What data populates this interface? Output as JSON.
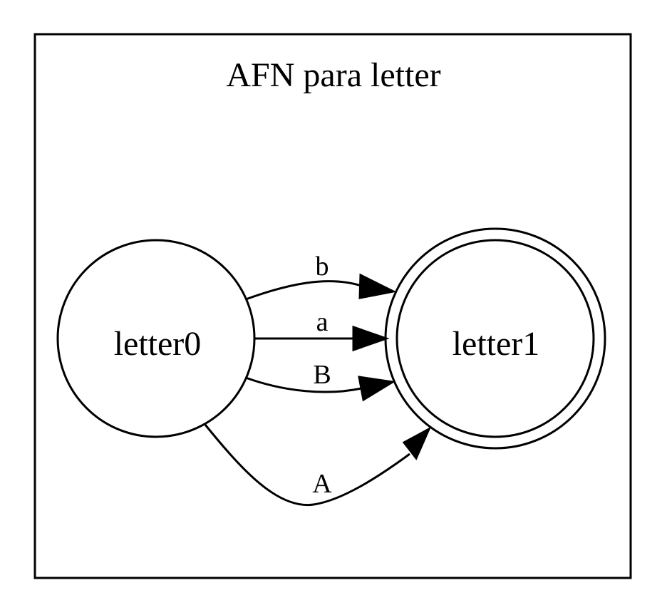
{
  "diagram": {
    "title": "AFN para letter",
    "nodes": [
      {
        "id": "letter0",
        "label": "letter0",
        "accepting": false
      },
      {
        "id": "letter1",
        "label": "letter1",
        "accepting": true
      }
    ],
    "edges": [
      {
        "from": "letter0",
        "to": "letter1",
        "label": "b"
      },
      {
        "from": "letter0",
        "to": "letter1",
        "label": "a"
      },
      {
        "from": "letter0",
        "to": "letter1",
        "label": "B"
      },
      {
        "from": "letter0",
        "to": "letter1",
        "label": "A"
      }
    ]
  }
}
